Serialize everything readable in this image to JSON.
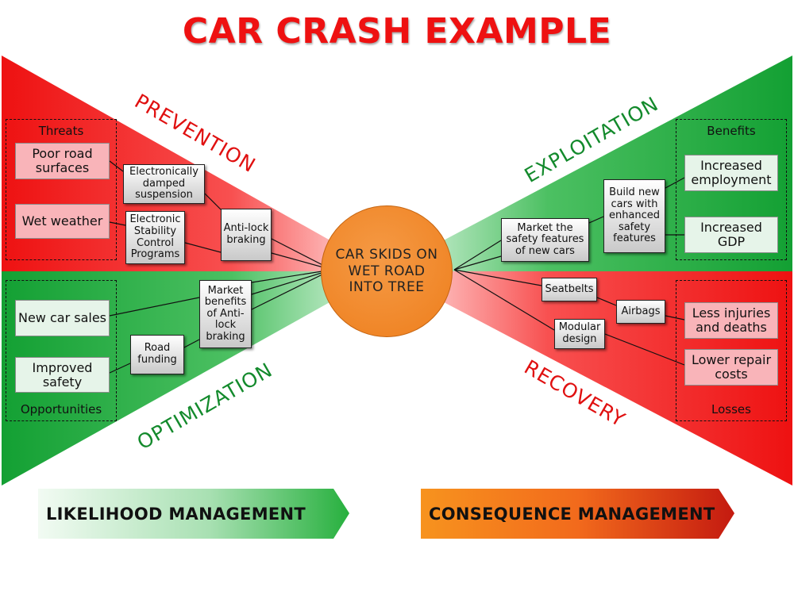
{
  "title": "CAR CRASH EXAMPLE",
  "center_event": "CAR SKIDS ON WET ROAD INTO TREE",
  "quadrants": {
    "prevention": "PREVENTION",
    "exploitation": "EXPLOITATION",
    "optimization": "OPTIMIZATION",
    "recovery": "RECOVERY"
  },
  "groups": {
    "threats": {
      "label": "Threats",
      "items": [
        "Poor road surfaces",
        "Wet weather"
      ]
    },
    "opportunities": {
      "label": "Opportunities",
      "items": [
        "New car sales",
        "Improved safety"
      ]
    },
    "benefits": {
      "label": "Benefits",
      "items": [
        "Increased employment",
        "Increased GDP"
      ]
    },
    "losses": {
      "label": "Losses",
      "items": [
        "Less injuries and deaths",
        "Lower repair costs"
      ]
    }
  },
  "controls": {
    "edamped": "Electronically damped suspension",
    "esc": "Electronic Stability Control Programs",
    "antilock": "Anti-lock braking",
    "market_benefits": "Market benefits of Anti-lock braking",
    "road_funding": "Road funding",
    "market_safety": "Market the safety features of new cars",
    "build_new": "Build new cars with enhanced safety features",
    "seatbelts": "Seatbelts",
    "airbags": "Airbags",
    "modular": "Modular design"
  },
  "footer": {
    "likelihood": "LIKELIHOOD MANAGEMENT",
    "consequence": "CONSEQUENCE MANAGEMENT"
  },
  "colors": {
    "title_red": "#ee1111",
    "risk_red": "#ee1111",
    "opportunity_green": "#16a33a",
    "center_orange": "#ef8526"
  }
}
